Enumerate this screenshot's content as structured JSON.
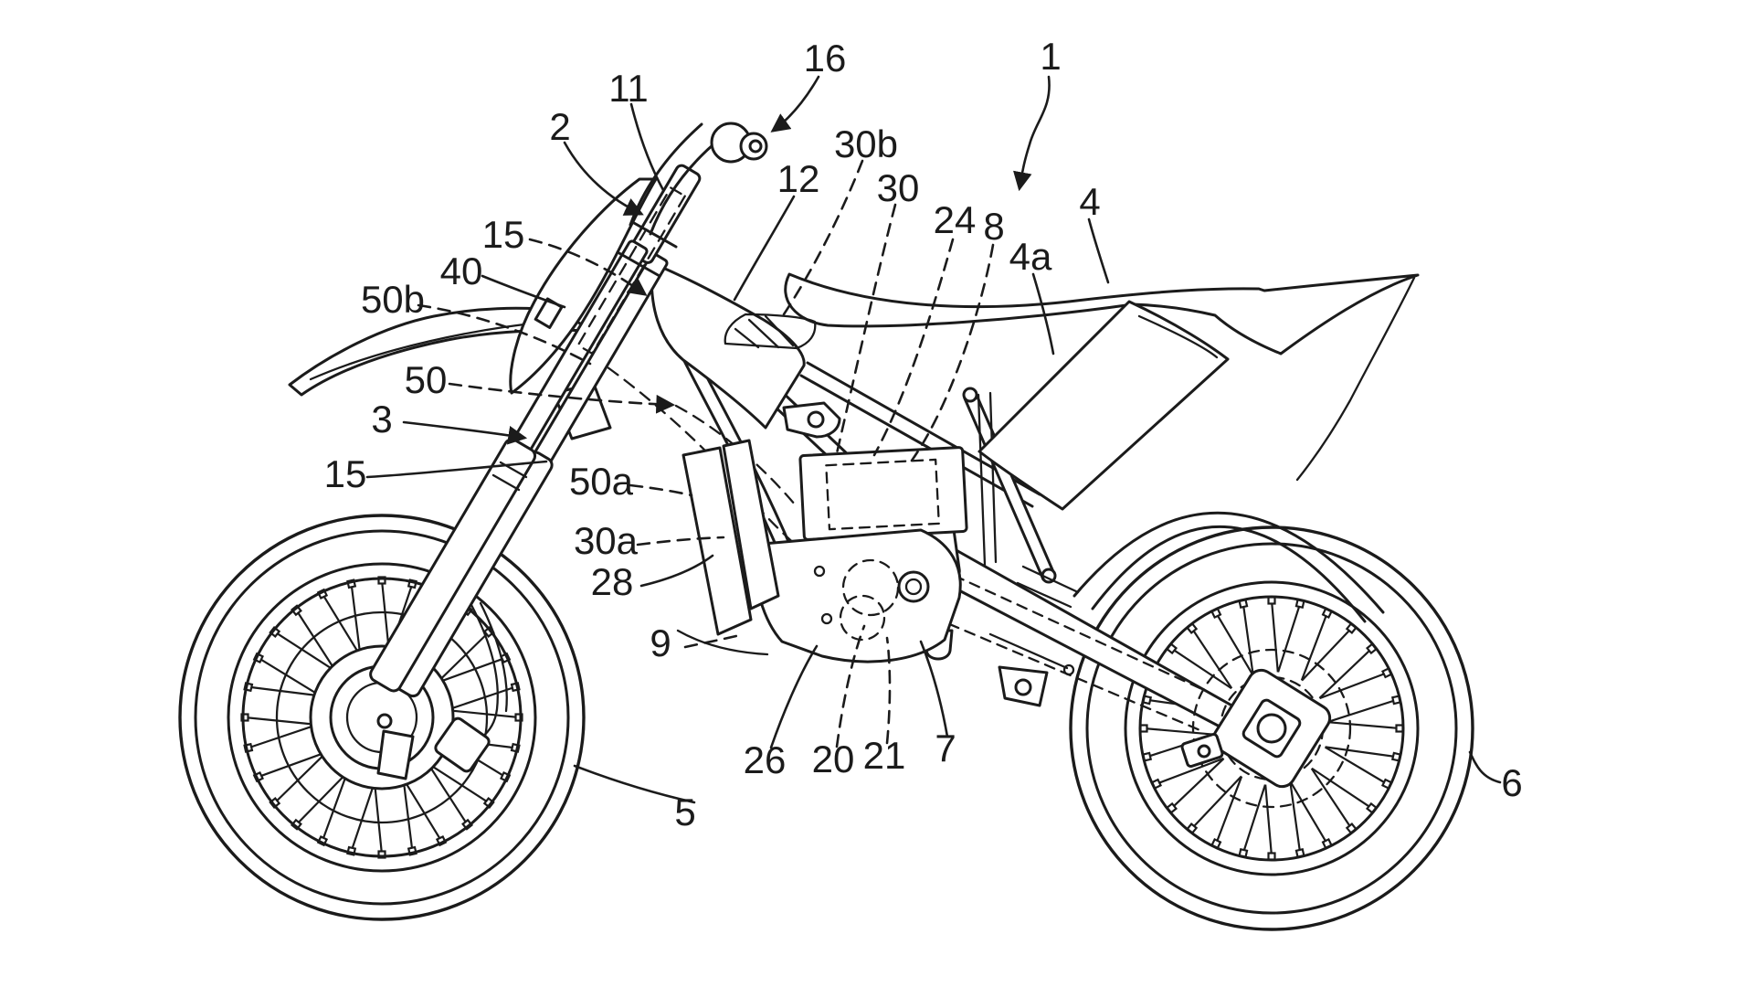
{
  "figure": {
    "kind": "patent line drawing",
    "subject": "Off-road motorcycle (dirt bike) side elevation with numbered reference parts",
    "paper_color": "#ffffff",
    "ink_color": "#1b1b1b"
  },
  "labels": {
    "n1": "1",
    "n2": "2",
    "n3": "3",
    "n4": "4",
    "n4a": "4a",
    "n5": "5",
    "n6": "6",
    "n7": "7",
    "n8": "8",
    "n9": "9",
    "n11": "11",
    "n12": "12",
    "n15a": "15",
    "n15b": "15",
    "n16": "16",
    "n20": "20",
    "n21": "21",
    "n24": "24",
    "n26": "26",
    "n28": "28",
    "n30": "30",
    "n30a": "30a",
    "n30b": "30b",
    "n40": "40",
    "n50": "50",
    "n50a": "50a",
    "n50b": "50b"
  }
}
